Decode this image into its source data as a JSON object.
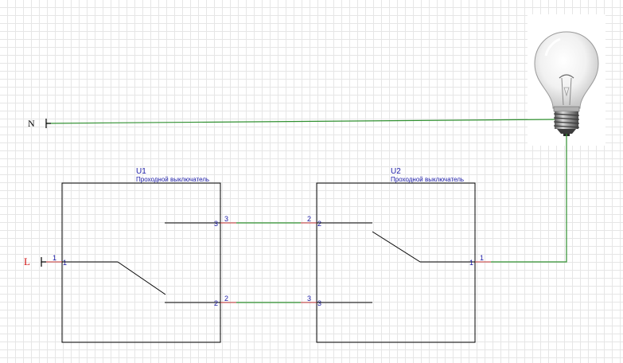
{
  "terminals": {
    "neutral": "N",
    "line": "L"
  },
  "switches": [
    {
      "ref": "U1",
      "type": "Проходной выключатель",
      "pins": {
        "common": "1",
        "out_a": "3",
        "out_b": "2"
      },
      "pin_labels_outside": {
        "common": "1",
        "out_a": "3",
        "out_b": "2"
      }
    },
    {
      "ref": "U2",
      "type": "Проходной выключатель",
      "pins": {
        "common": "1",
        "out_a": "2",
        "out_b": "3"
      },
      "pin_labels_outside": {
        "common": "1",
        "out_a": "2",
        "out_b": "3"
      }
    }
  ],
  "lamp": {
    "icon": "light-bulb-icon"
  },
  "colors": {
    "wire": "#2f8f2f",
    "component": "#000000",
    "label": "#1a1aa6",
    "terminal_l": "#d01010",
    "pin_marker": "#c03030"
  }
}
